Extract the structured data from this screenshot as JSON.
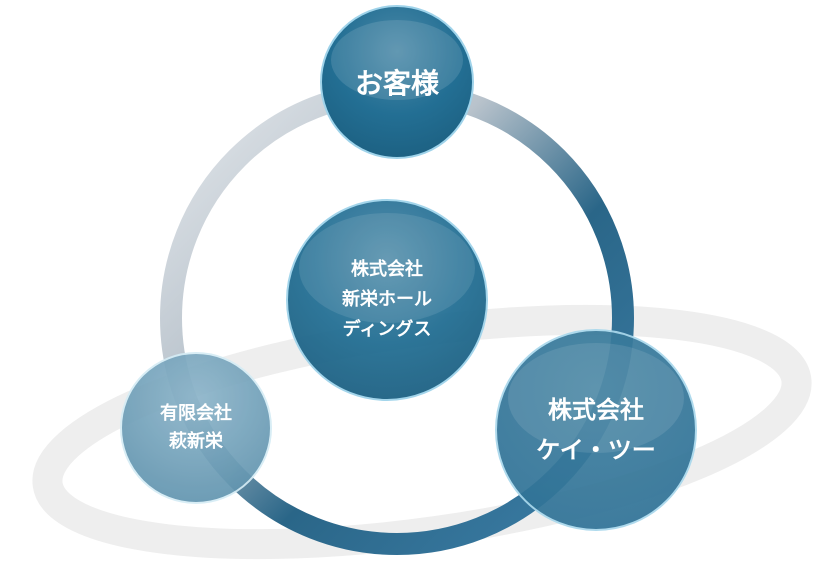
{
  "nodes": {
    "customer": {
      "label": "お客様"
    },
    "center": {
      "line1": "株式会社",
      "line2": "新栄ホール",
      "line3": "ディングス"
    },
    "left": {
      "line1": "有限会社",
      "line2": "萩新栄"
    },
    "right": {
      "line1": "株式会社",
      "line2": "ケイ・ツー"
    }
  },
  "colors": {
    "primary": "#1f6a8c",
    "ring_light": "#c5ccd3",
    "ellipse": "#eeeeee"
  }
}
